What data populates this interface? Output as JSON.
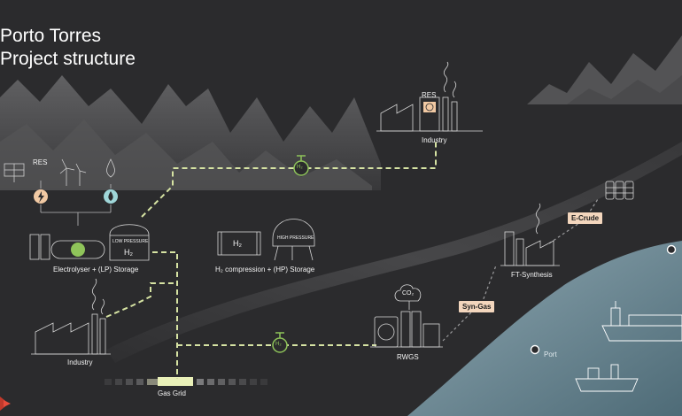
{
  "title": {
    "line1": "Porto Torres",
    "line2": "Project structure"
  },
  "labels": {
    "res_left": "RES",
    "res_top": "RES",
    "industry_top": "Industry",
    "electrolyser": "Electrolyser + (LP) Storage",
    "lp_tank": "LOW PRESSURE",
    "lp_h2": "H₂",
    "h2_box": "H₂",
    "hp_tank": "HIGH PRESSURE",
    "compression": "H₂ compression + (HP) Storage",
    "industry_left": "Industry",
    "gas_grid": "Gas Grid",
    "rwgs": "RWGS",
    "co2": "CO₂",
    "ft": "FT-Synthesis",
    "port": "Port",
    "valve": "H₂"
  },
  "tags": {
    "syngas": "Syn-Gas",
    "ecrude": "E-Crude"
  },
  "colors": {
    "background": "#2b2b2d",
    "pipeline": "#d6e3a3",
    "valve": "#8fc45a",
    "water": "#6d8a96",
    "tag": "#f3d6bd",
    "logo": "#c0392b"
  }
}
